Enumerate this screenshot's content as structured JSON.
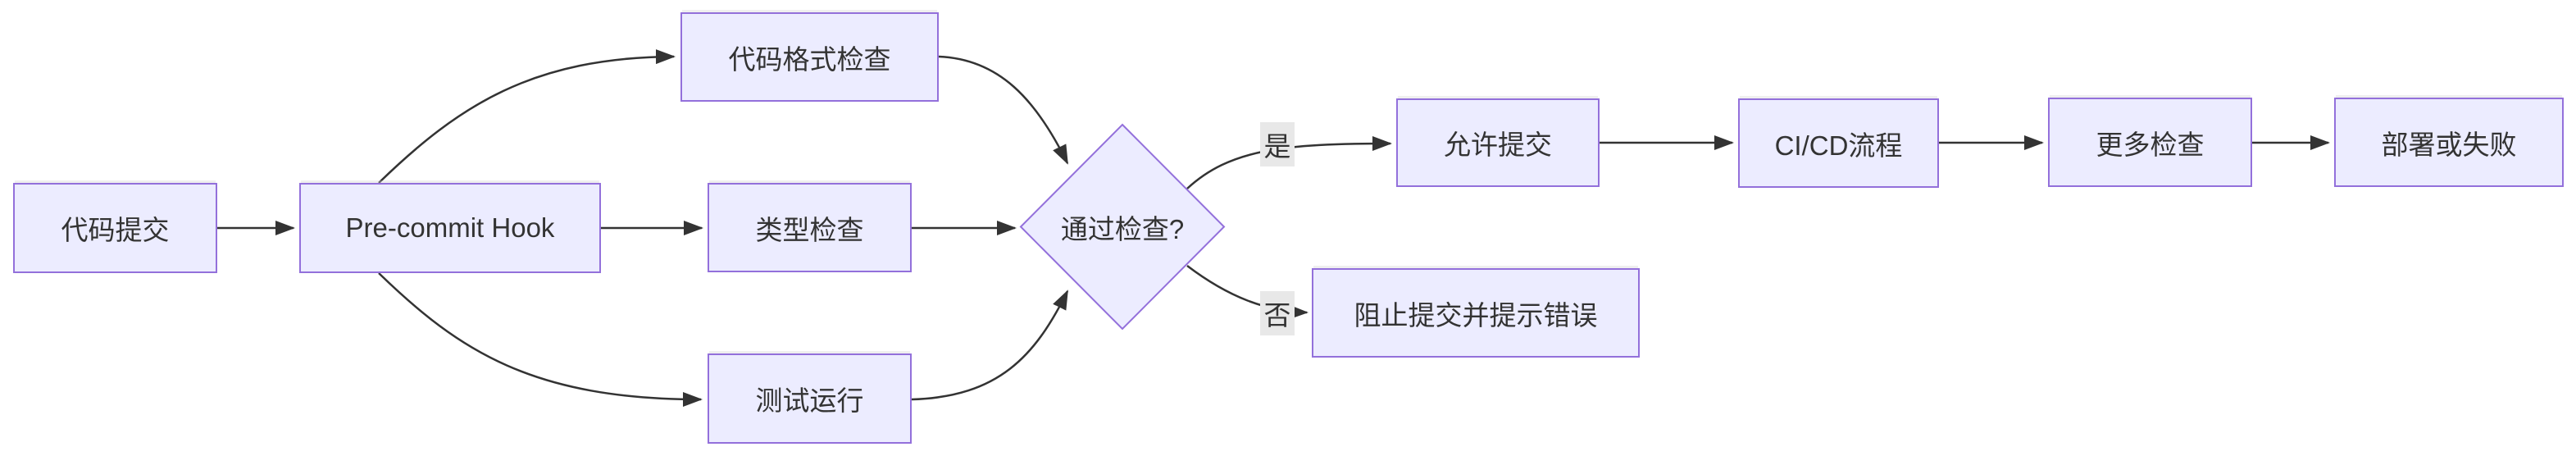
{
  "diagram": {
    "type": "flowchart-LR",
    "nodes": {
      "commit": {
        "label": "代码提交"
      },
      "precommit": {
        "label": "Pre-commit Hook"
      },
      "format": {
        "label": "代码格式检查"
      },
      "typecheck": {
        "label": "类型检查"
      },
      "test": {
        "label": "测试运行"
      },
      "decision": {
        "label": "通过检查?"
      },
      "allow": {
        "label": "允许提交"
      },
      "cicd": {
        "label": "CI/CD流程"
      },
      "more": {
        "label": "更多检查"
      },
      "deploy": {
        "label": "部署或失败"
      },
      "block": {
        "label": "阻止提交并提示错误"
      }
    },
    "edge_labels": {
      "yes": "是",
      "no": "否"
    },
    "colors": {
      "node_fill": "#ECECFF",
      "node_border": "#9370DB",
      "edge_stroke": "#333333",
      "text": "#333333",
      "edge_label_bg": "#e8e8e8"
    }
  }
}
